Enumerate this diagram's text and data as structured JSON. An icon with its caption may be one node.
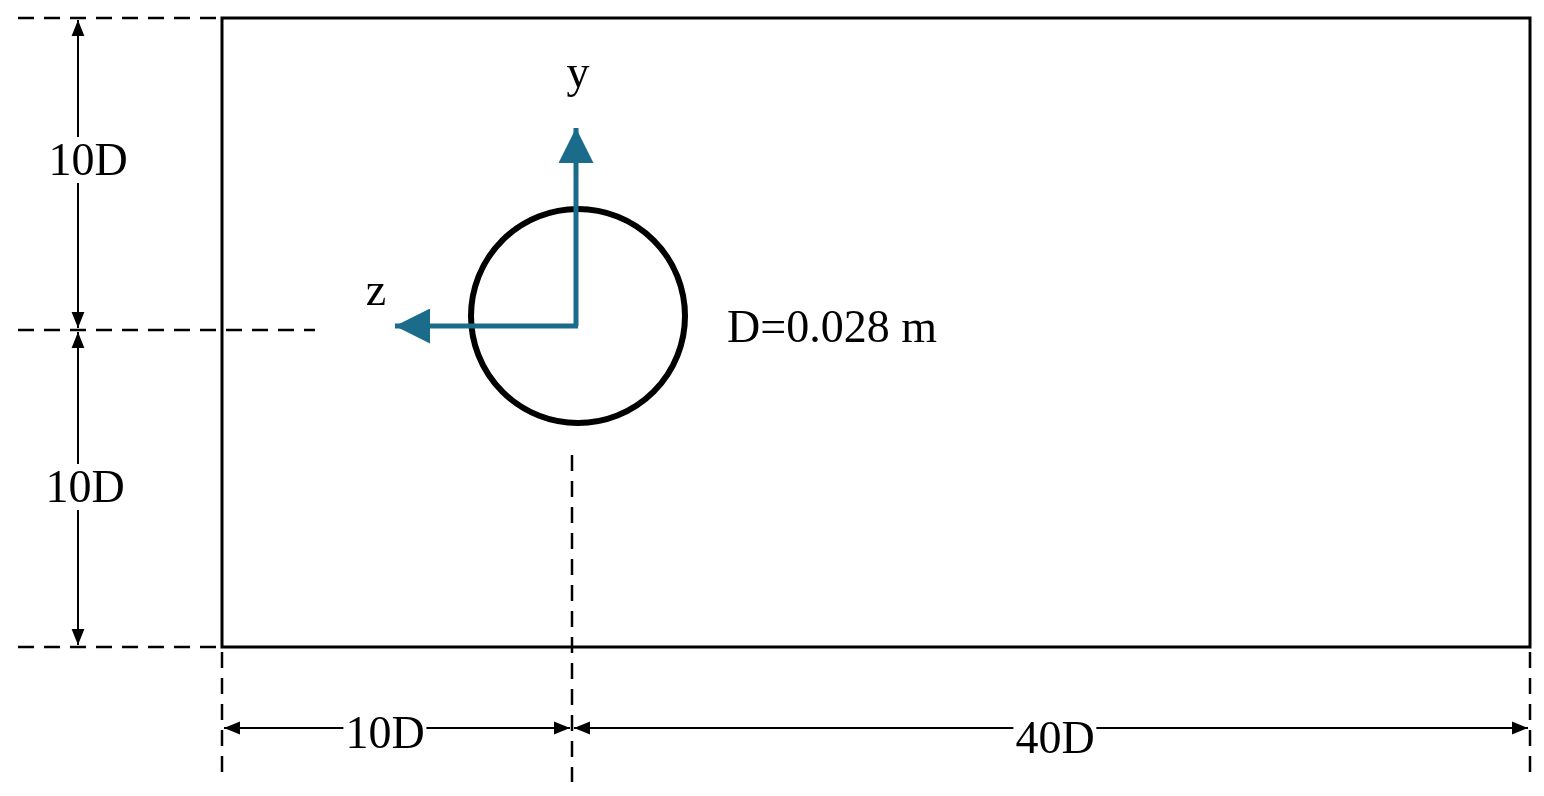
{
  "diagram": {
    "nodes": [
      {
        "text": [],
        "shape": "circle"
      }
    ],
    "labels": [
      "10D",
      "10D",
      "D=0.028 m",
      "y",
      "z",
      "10D",
      "40D"
    ]
  }
}
